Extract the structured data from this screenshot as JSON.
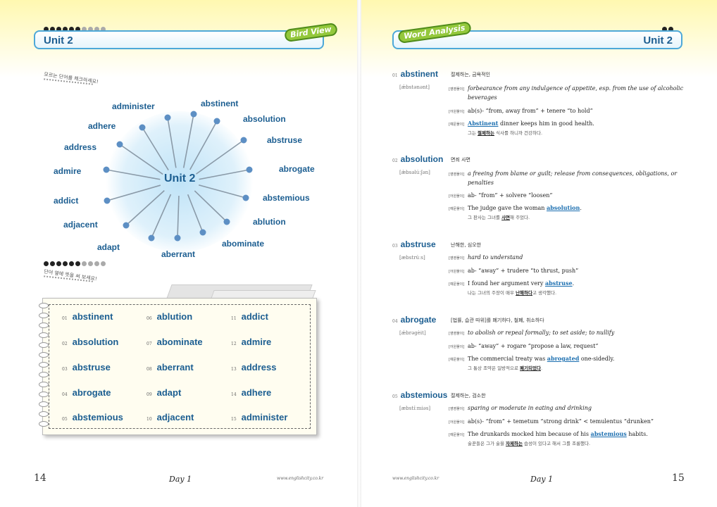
{
  "left_page": {
    "unit_label": "Unit 2",
    "logo": "Bird View",
    "wheel_hint": "모르는 단어를 체크하세요!",
    "center": "Unit 2",
    "wheel_words": [
      "administer",
      "abstinent",
      "absolution",
      "adhere",
      "abstruse",
      "address",
      "admire",
      "abrogate",
      "addict",
      "abstemious",
      "adjacent",
      "ablution",
      "adapt",
      "aberrant",
      "abominate"
    ],
    "list_hint": "단어 옆에 뜻을 써 보세요!",
    "list": [
      {
        "num": "01",
        "word": "abstinent"
      },
      {
        "num": "02",
        "word": "absolution"
      },
      {
        "num": "03",
        "word": "abstruse"
      },
      {
        "num": "04",
        "word": "abrogate"
      },
      {
        "num": "05",
        "word": "abstemious"
      },
      {
        "num": "06",
        "word": "ablution"
      },
      {
        "num": "07",
        "word": "abominate"
      },
      {
        "num": "08",
        "word": "aberrant"
      },
      {
        "num": "09",
        "word": "adapt"
      },
      {
        "num": "10",
        "word": "adjacent"
      },
      {
        "num": "11",
        "word": "addict"
      },
      {
        "num": "12",
        "word": "admire"
      },
      {
        "num": "13",
        "word": "address"
      },
      {
        "num": "14",
        "word": "adhere"
      },
      {
        "num": "15",
        "word": "administer"
      }
    ],
    "page_number": "14",
    "day": "Day 1",
    "url": "www.englishcity.co.kr"
  },
  "right_page": {
    "unit_label": "Unit 2",
    "logo": "Word Analysis",
    "entries": [
      {
        "num": "01",
        "word": "abstinent",
        "korean": "절제하는, 금욕적인",
        "pron": "[ǽbstənənt]",
        "def_tag": "[영영풀이]",
        "definition": "forbearance from any indulgence of appetite, esp. from the use of alcoholic beverages",
        "ety_tag": "[어원풀이]",
        "etymology": "ab(s)- “from, away from” + tenere “to hold”",
        "ex_tag": "[예문풀이]",
        "ex_highlight": "Abstinent",
        "ex_rest": " dinner  keeps him in good health.",
        "ko_pre": "그는 ",
        "ko_bold": "절제하는",
        "ko_post": " 식사를 하니까 건강하다."
      },
      {
        "num": "02",
        "word": "absolution",
        "korean": "면죄 사면",
        "pron": "[æ̀bsəlúːʃən]",
        "def_tag": "[영영풀이]",
        "definition": "a freeing from blame or guilt; release from consequences, obligations, or penalties",
        "ety_tag": "[어원풀이]",
        "etymology": "ab- “from” + solvere “loosen”",
        "ex_tag": "[예문풀이]",
        "ex_pre": "The judge  gave the woman ",
        "ex_highlight": "absolution",
        "ex_rest": ".",
        "ko_pre": "그 판사는 그녀를 ",
        "ko_bold": "사면",
        "ko_post": "해 주었다."
      },
      {
        "num": "03",
        "word": "abstruse",
        "korean": "난해한, 심오한",
        "pron": "[æbstrúːs]",
        "def_tag": "[영영풀이]",
        "definition": "hard to understand",
        "ety_tag": "[어원풀이]",
        "etymology": "ab- “away” + trudere “to thrust, push”",
        "ex_tag": "[예문풀이]",
        "ex_pre": "I found her argument very ",
        "ex_highlight": "abstruse",
        "ex_rest": ".",
        "ko_pre": "나는 그녀의 주장이 매우 ",
        "ko_bold": "난해하다",
        "ko_post": "고 생각했다."
      },
      {
        "num": "04",
        "word": "abrogate",
        "korean": "[법률, 습관 따위]를 폐기하다, 철폐, 취소하다",
        "pron": "[ǽbrəgèit]",
        "def_tag": "[영영풀이]",
        "definition": "to abolish or repeal formally; to set aside; to nullify",
        "ety_tag": "[어원풀이]",
        "etymology": "ab- “away” + rogare “propose a law, request”",
        "ex_tag": "[예문풀이]",
        "ex_pre": "The commercial treaty was ",
        "ex_highlight": "abrogated",
        "ex_rest": " one-sidedly.",
        "ko_pre": "그 통상 조약은 일방적으로 ",
        "ko_bold": "폐기되었다",
        "ko_post": "."
      },
      {
        "num": "05",
        "word": "abstemious",
        "korean": "절제하는, 검소한",
        "pron": "[æbstíːmiəs]",
        "def_tag": "[영영풀이]",
        "definition": "sparing or moderate in eating and drinking",
        "ety_tag": "[어원풀이]",
        "etymology": "ab(s)- “from” + temetum “strong drink” < temulentus “drunken”",
        "ex_tag": "[예문풀이]",
        "ex_pre": "The drunkards mocked him because of his ",
        "ex_highlight": "abstemious",
        "ex_rest": " habits.",
        "ko_pre": "술꾼들은 그가 술을 ",
        "ko_bold": "자제하는",
        "ko_post": " 습성이 있다고 해서 그를 조롱했다."
      }
    ],
    "page_number": "15",
    "day": "Day 1",
    "url": "www.englishcity.co.kr"
  }
}
